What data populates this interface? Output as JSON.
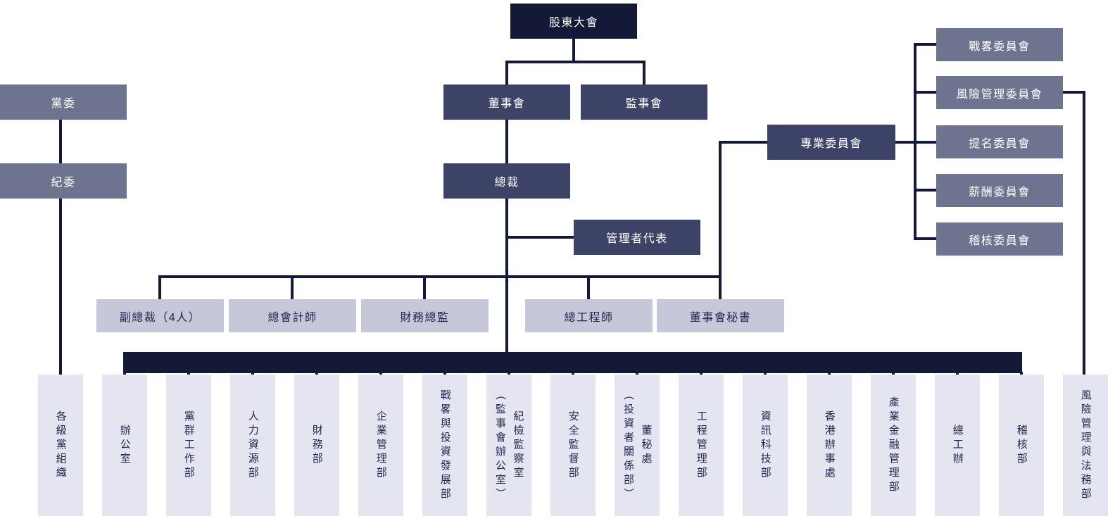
{
  "colors": {
    "darkest": "#141937",
    "dark": "#3d4367",
    "medium": "#6e7390",
    "light": "#c6c8d9",
    "lightest": "#e4e5f0",
    "text-dark": "#23284e",
    "text-light": "#ffffff",
    "background": "#ffffff"
  },
  "nodes": {
    "shareholders_meeting": {
      "label": "股東大會"
    },
    "board_of_directors": {
      "label": "董事會"
    },
    "supervisory_board": {
      "label": "監事會"
    },
    "party_committee": {
      "label": "黨委"
    },
    "discipline_committee": {
      "label": "紀委"
    },
    "president": {
      "label": "總裁"
    },
    "management_representative": {
      "label": "管理者代表"
    },
    "special_committees": {
      "label": "專業委員會"
    },
    "committees": [
      {
        "label": "戰畧委員會"
      },
      {
        "label": "風險管理委員會"
      },
      {
        "label": "提名委員會"
      },
      {
        "label": "薪酬委員會"
      },
      {
        "label": "稽核委員會"
      }
    ],
    "executives": [
      {
        "label": "副總裁（4人）"
      },
      {
        "label": "總會計師"
      },
      {
        "label": "財務總監"
      },
      {
        "label": "總工程師"
      },
      {
        "label": "董事會秘書"
      }
    ],
    "departments": [
      {
        "label": "各級黨組織"
      },
      {
        "label": "辦公室"
      },
      {
        "label": "黨群工作部"
      },
      {
        "label": "人力資源部"
      },
      {
        "label": "財務部"
      },
      {
        "label": "企業管理部"
      },
      {
        "label": "戰畧與投資發展部"
      },
      {
        "label": "紀檢監察室\n（監事會辦公室）"
      },
      {
        "label": "安全監督部"
      },
      {
        "label": "董秘處\n（投資者關係部）"
      },
      {
        "label": "工程管理部"
      },
      {
        "label": "資訊科技部"
      },
      {
        "label": "香港辦事處"
      },
      {
        "label": "產業金融管理部"
      },
      {
        "label": "總工辦"
      },
      {
        "label": "稽核部"
      },
      {
        "label": "風險管理與法務部"
      }
    ]
  }
}
